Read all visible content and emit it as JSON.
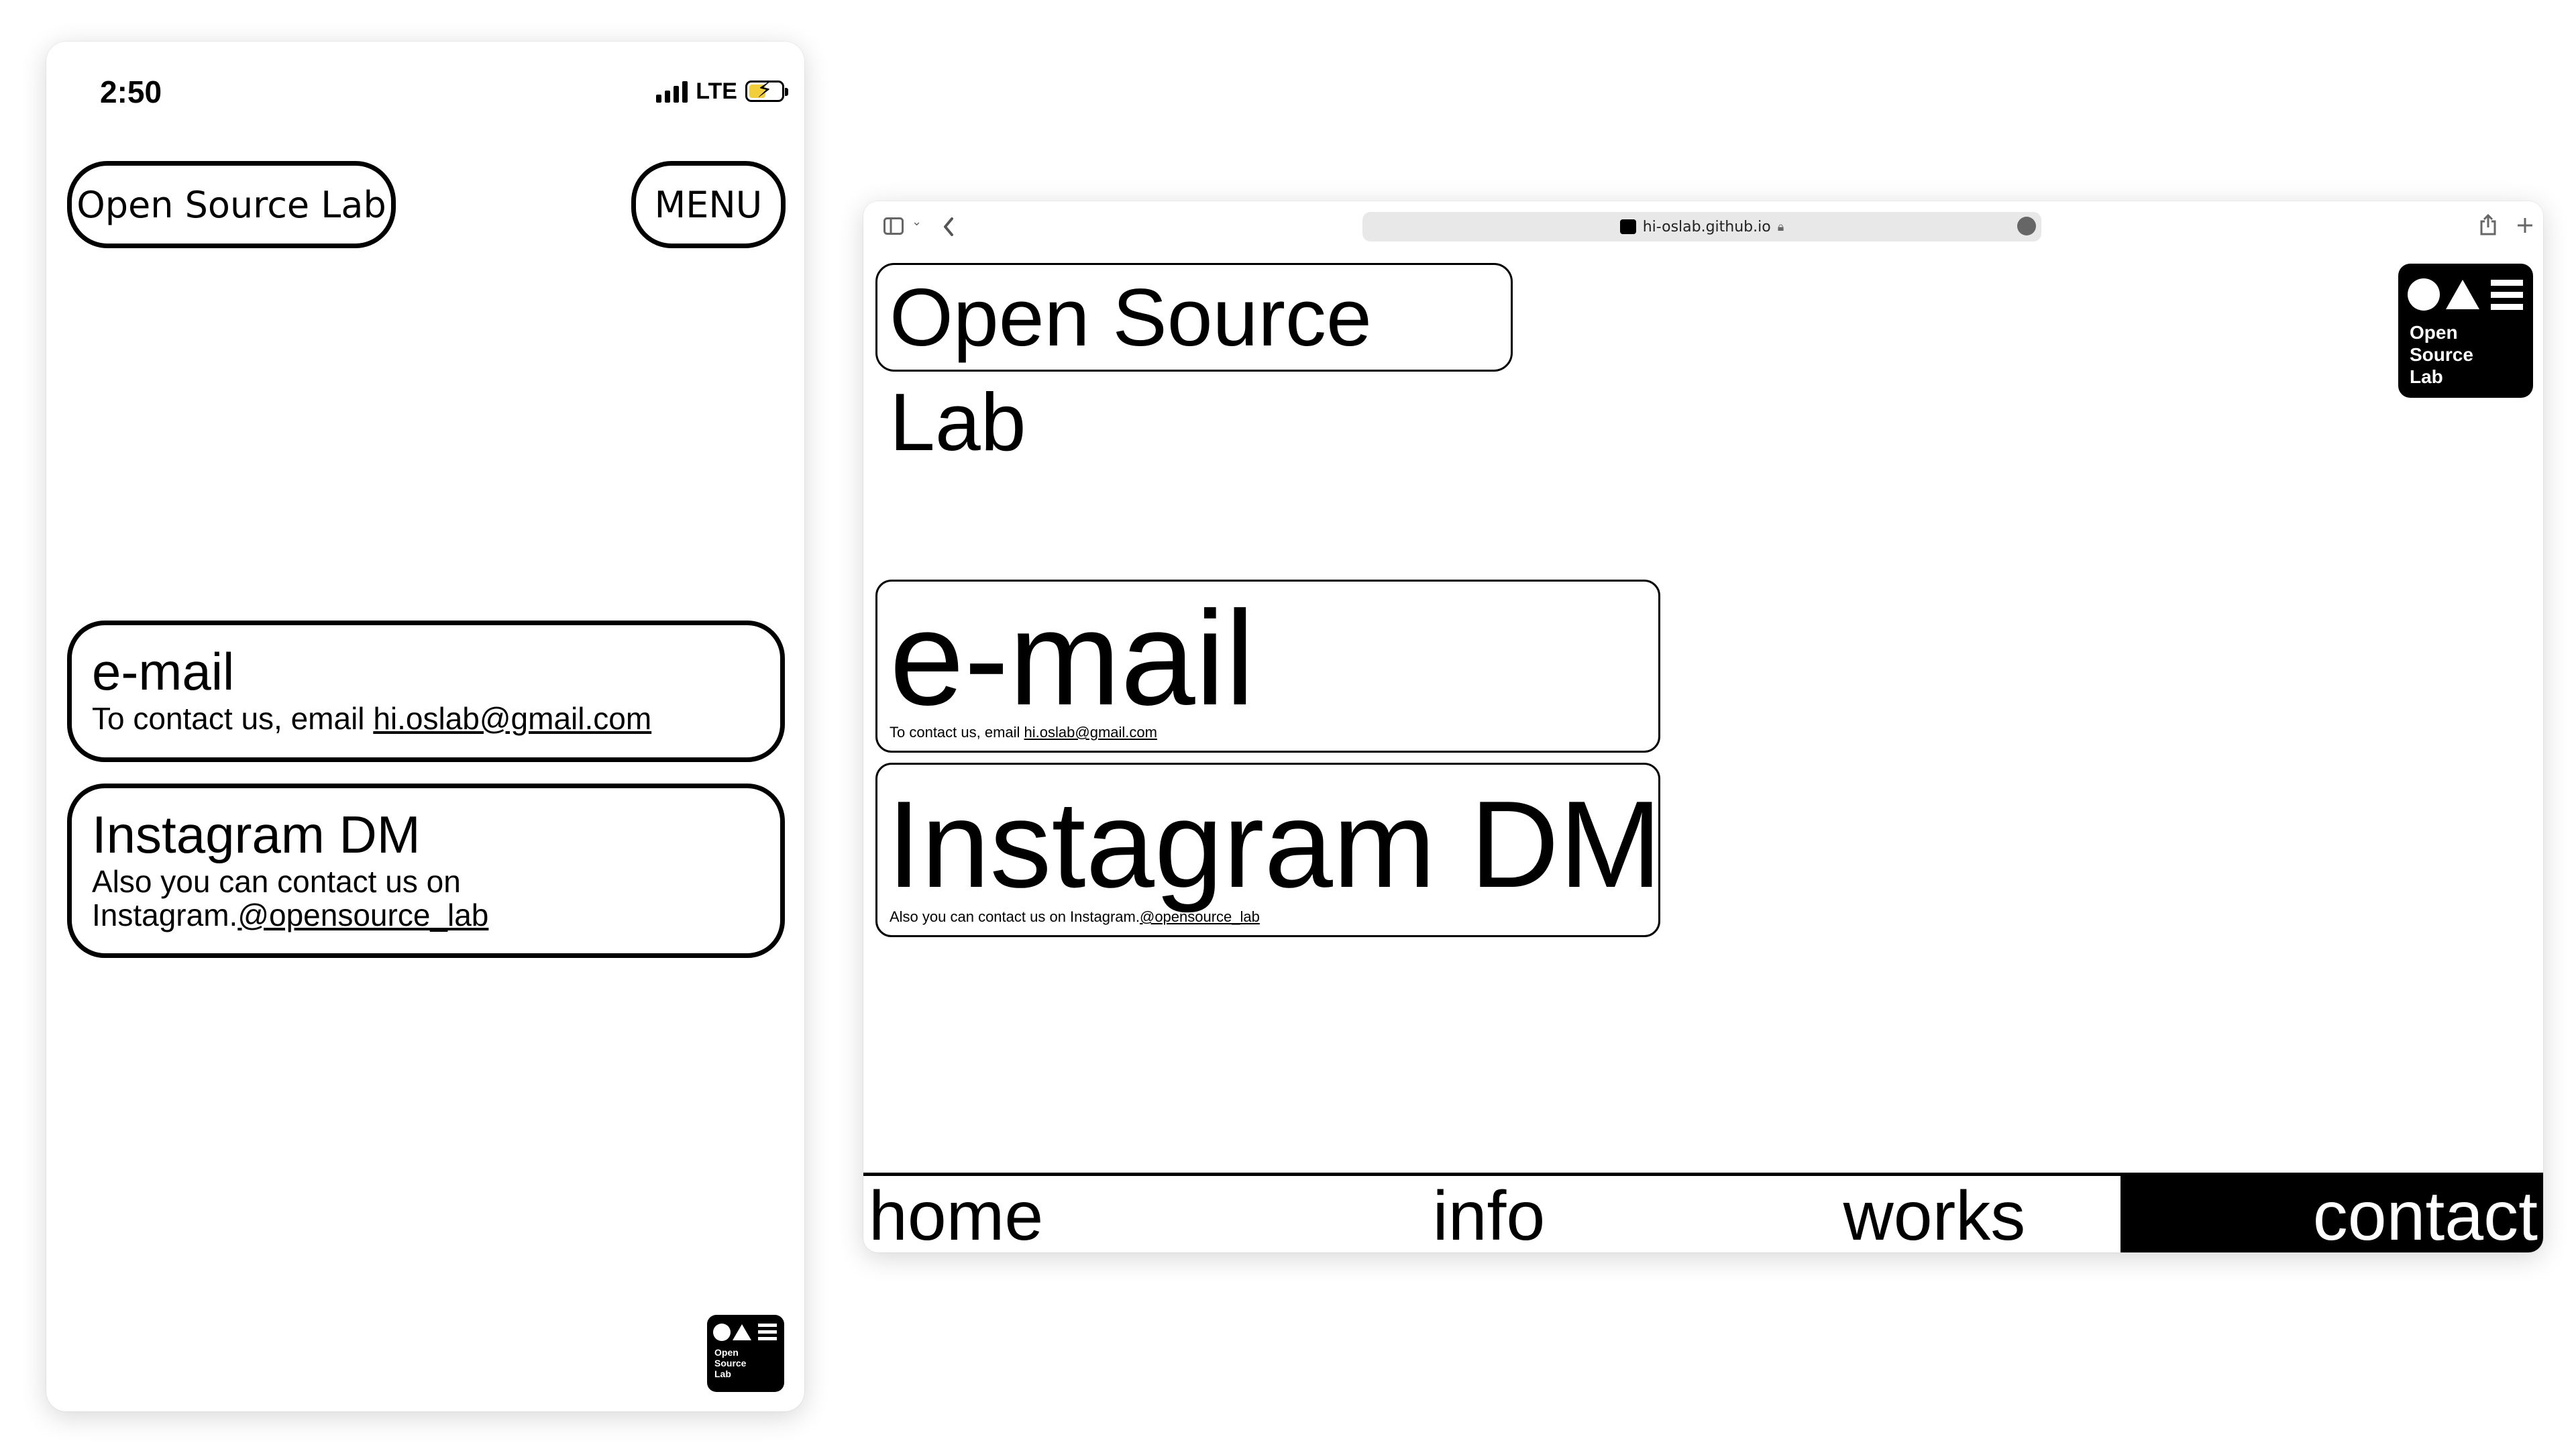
{
  "phone": {
    "status_time": "2:50",
    "network": "LTE",
    "title_button": "Open Source Lab",
    "menu_button": "MENU",
    "email_card": {
      "heading": "e-mail",
      "text": "To contact us, email ",
      "link": "hi.oslab@gmail.com"
    },
    "instagram_card": {
      "heading": "Instagram DM",
      "text": "Also you can contact us on Instagram.",
      "link": "@opensource_lab"
    },
    "logo_text": [
      "Open",
      "Source",
      "Lab"
    ]
  },
  "browser": {
    "url": "hi-oslab.github.io",
    "title": "Open Source Lab",
    "email_card": {
      "heading": "e-mail",
      "text": "To contact us, email ",
      "link": "hi.oslab@gmail.com"
    },
    "instagram_card": {
      "heading": "Instagram DM",
      "text": "Also you can contact us on Instagram.",
      "link": "@opensource_lab"
    },
    "logo_text": [
      "Open",
      "Source",
      "Lab"
    ],
    "nav": {
      "home": "home",
      "info": "info",
      "works": "works",
      "contact": "contact",
      "active": "contact"
    }
  },
  "icons": {
    "signal": "signal-icon",
    "battery": "battery-charging-icon",
    "sidebar": "sidebar-toggle-icon",
    "back": "back-chevron-icon",
    "lock": "lock-icon",
    "share": "share-icon",
    "new_tab": "plus-icon"
  },
  "colors": {
    "background": "#ffffff",
    "ink": "#000000",
    "battery_fill": "#f2cf3a",
    "url_bar": "#e8e8e8"
  }
}
